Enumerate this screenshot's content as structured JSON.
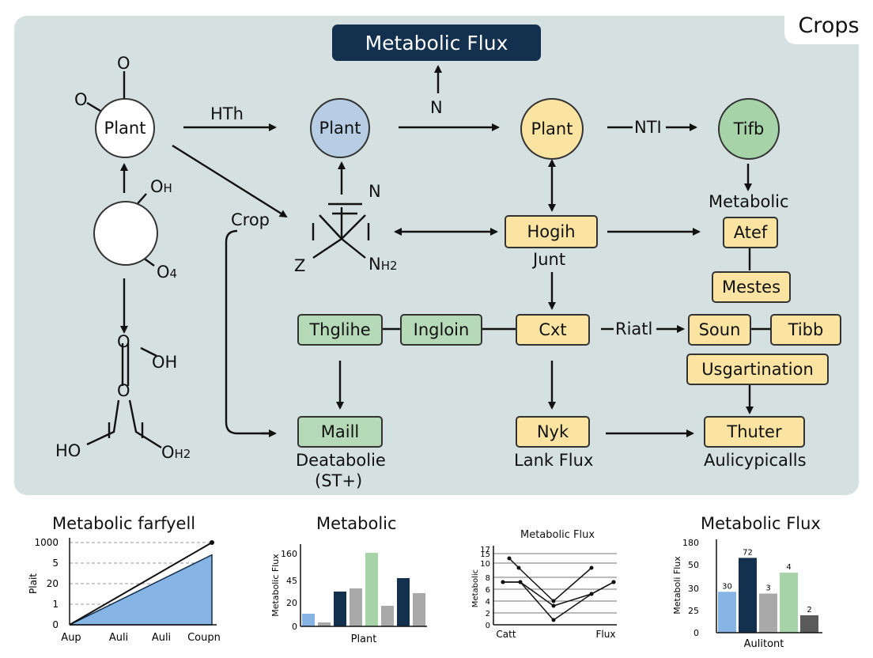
{
  "corner_label": "Crops",
  "title": "Metabolic Flux",
  "nodes": {
    "plant_left": "Plant",
    "plant_mid": "Plant",
    "plant_right": "Plant",
    "tifb": "Tifb"
  },
  "boxes": {
    "hogih": "Hogih",
    "atef": "Atef",
    "mestes": "Mestes",
    "thglihe": "Thglihe",
    "ingloin": "Ingloin",
    "cxt": "Cxt",
    "soun": "Soun",
    "tibb": "Tibb",
    "usgartination": "Usgartination",
    "maill": "Maill",
    "nyk": "Nyk",
    "thuter": "Thuter"
  },
  "labels": {
    "hth": "HTh",
    "n_up": "N",
    "nti": "NTI",
    "metabolic": "Metabolic",
    "crop": "Crop",
    "n_struct": "N",
    "z": "Z",
    "nh2_n": "N",
    "nh2_sub": "H2",
    "junt": "Junt",
    "riatl": "Riatl",
    "deatabolie": "Deatabolie",
    "st": "(ST+)",
    "lank_flux": "Lank Flux",
    "aulicypicalls": "Aulicypicalls",
    "o_top": "O",
    "o_left": "O",
    "oh_1_o": "O",
    "oh_1_h": "H",
    "o4_o": "O",
    "o4_sub": "4",
    "o_mid": "O",
    "oh_2": "OH",
    "o_low": "O",
    "ho": "HO",
    "oh2_o": "O",
    "oh2_sub": "H2"
  },
  "chart_data": [
    {
      "type": "area",
      "title": "Metabolic farfyell",
      "ylabel": "Plait",
      "xlabel": "",
      "y_tick_labels": [
        "1000",
        "5",
        "20",
        "1",
        "0"
      ],
      "x_tick_labels": [
        "Aup",
        "Auli",
        "Auli",
        "Coupn"
      ],
      "series": [
        {
          "values": [
            0,
            1,
            2,
            3,
            4
          ]
        },
        {
          "values": [
            0,
            0.85,
            1.7,
            2.55,
            3.4
          ]
        }
      ]
    },
    {
      "type": "bar",
      "title": "Metabolic",
      "ylabel": "Metabolic Flux",
      "xlabel": "Plant",
      "y_tick_labels": [
        "0",
        "20",
        "45",
        "160"
      ],
      "ylim": [
        0,
        100
      ],
      "values": [
        16,
        5,
        44,
        48,
        93,
        26,
        61,
        42
      ],
      "colors": [
        "#86b4e4",
        "#a9a9a9",
        "#13304e",
        "#a9a9a9",
        "#a6d3a8",
        "#a9a9a9",
        "#13304e",
        "#a9a9a9"
      ]
    },
    {
      "type": "line",
      "title": "Metabolic Flux",
      "ylabel": "Metabolic",
      "x_tick_labels": [
        "Catt",
        "Flux"
      ],
      "y_tick_labels": [
        "0",
        "2",
        "4",
        "6",
        "8",
        "10",
        "15",
        "17"
      ],
      "series": [
        {
          "values": [
            14,
            12,
            5,
            12
          ]
        },
        {
          "values": [
            9,
            9,
            4,
            6.5,
            9
          ]
        },
        {
          "values": [
            9,
            9,
            1,
            6.5,
            9
          ]
        }
      ]
    },
    {
      "type": "bar",
      "title": "Metabolic Flux",
      "ylabel": "Metaboli Flux",
      "xlabel": "Aulitont",
      "y_tick_labels": [
        "0",
        "25",
        "30",
        "50",
        "180"
      ],
      "ylim": [
        0,
        100
      ],
      "values": [
        47,
        86,
        45,
        69,
        20
      ],
      "data_labels": [
        "30",
        "72",
        "3",
        "4",
        "2"
      ],
      "colors": [
        "#86b4e4",
        "#13304e",
        "#a9a9a9",
        "#a6d3a8",
        "#5a5a5a"
      ]
    }
  ]
}
